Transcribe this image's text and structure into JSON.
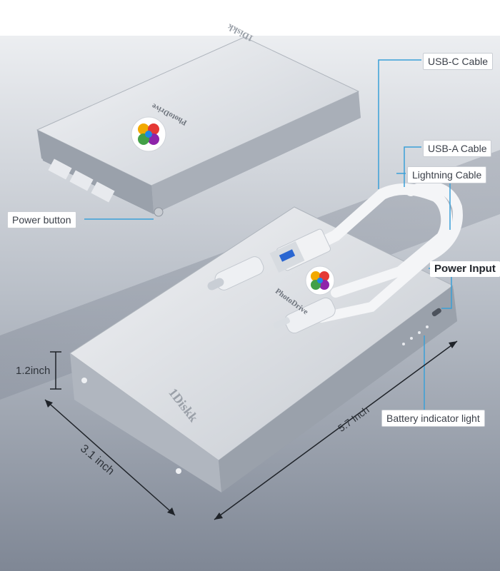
{
  "labels": {
    "usb_c": "USB-C Cable",
    "usb_a": "USB-A Cable",
    "lightning": "Lightning Cable",
    "power_button": "Power button",
    "power_input": "Power Input",
    "battery_indicator": "Battery indicator light"
  },
  "dimensions": {
    "height": "1.2inch",
    "width": "3.1 inch",
    "length": "5.7 Inch"
  },
  "brand": {
    "name": "1Diskk",
    "logo_text": "PhotoDrive"
  },
  "colors": {
    "background_top": "#e9ebee",
    "background_bottom": "#8e96a3",
    "callout_line": "#3aa0d8",
    "device_silver": "#d9dde2"
  }
}
